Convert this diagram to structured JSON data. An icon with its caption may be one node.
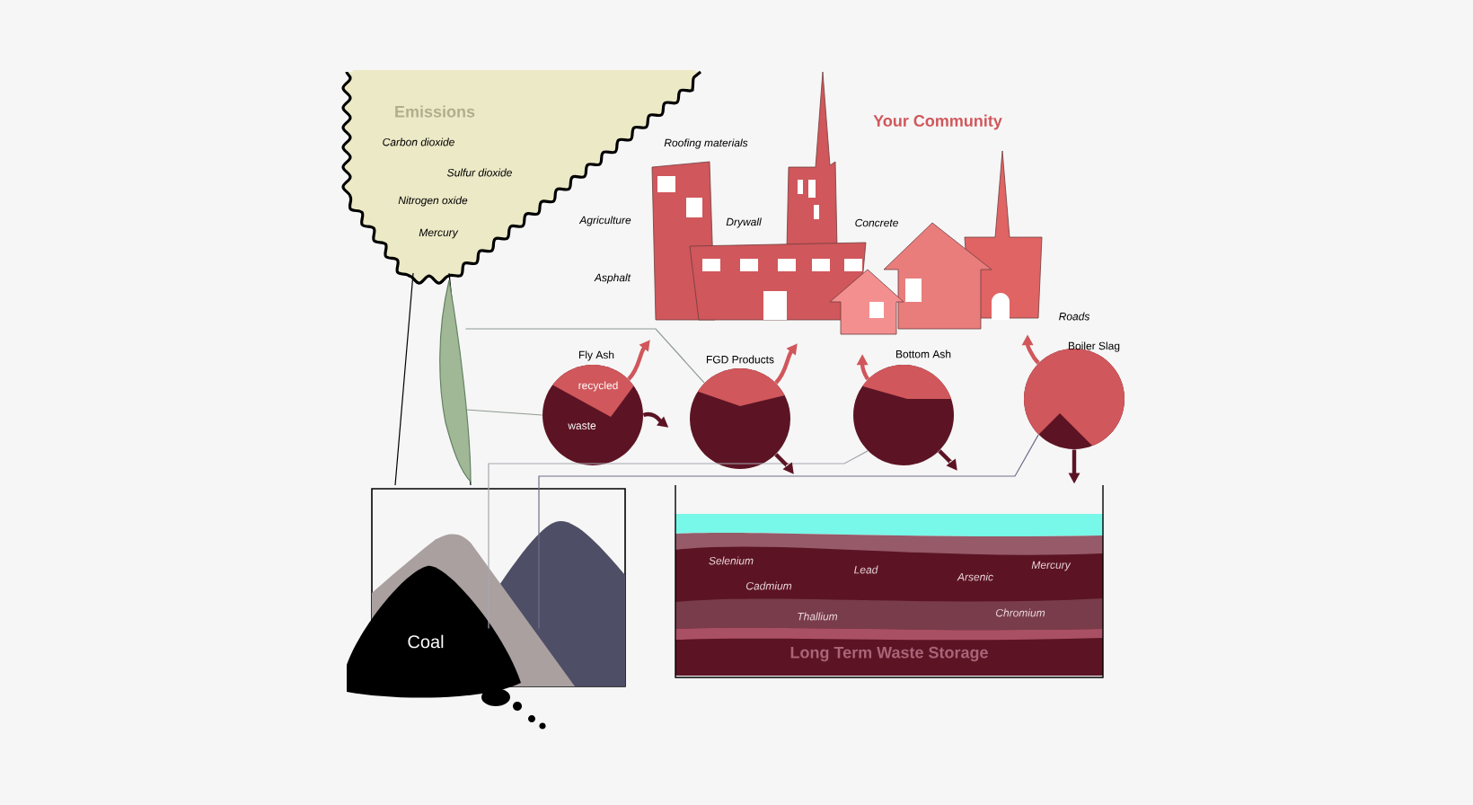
{
  "diagram": {
    "nodes": [
      {
        "text": [
          "Emissions",
          "Carbon dioxide",
          "Sulfur dioxide",
          "Nitrogen oxide",
          "Mercury"
        ]
      },
      {
        "text": [
          "Your Community"
        ]
      },
      {
        "text": [
          "Fly Ash",
          "recycled",
          "waste"
        ]
      },
      {
        "text": [
          "FGD Products"
        ]
      },
      {
        "text": [
          "Bottom Ash"
        ]
      },
      {
        "text": [
          "Boiler Slag"
        ]
      },
      {
        "text": [
          "Long Term Waste Storage"
        ]
      },
      {
        "text": [
          "Coal"
        ]
      },
      {
        "text": [],
        "shape": "picture"
      }
    ],
    "edges": [
      {
        "from": 8,
        "to": 3,
        "arrow": "none",
        "color": "#8e9a90"
      },
      {
        "from": 8,
        "to": 2,
        "arrow": "none",
        "color": "#8e9a90"
      },
      {
        "from": 7,
        "to": 4,
        "arrow": "none",
        "color": "#a8a6b0"
      },
      {
        "from": 7,
        "to": 5,
        "arrow": "none",
        "color": "#6e6e88"
      },
      {
        "from": 2,
        "to": null,
        "arrow": "to",
        "color": "#d0575b"
      },
      {
        "from": 3,
        "to": null,
        "arrow": "to",
        "color": "#d0575b"
      },
      {
        "from": 4,
        "to": null,
        "arrow": "to",
        "color": "#d0575b"
      },
      {
        "from": 5,
        "to": null,
        "arrow": "to",
        "color": "#d0575b"
      },
      {
        "from": 2,
        "to": null,
        "arrow": "to",
        "color": "#5c1424"
      },
      {
        "from": 3,
        "to": null,
        "arrow": "to",
        "color": "#5c1424"
      },
      {
        "from": 4,
        "to": null,
        "arrow": "to",
        "color": "#5c1424"
      },
      {
        "from": 5,
        "to": 6,
        "arrow": "to",
        "color": "#5c1424"
      }
    ],
    "labels": [
      "Roofing materials",
      "Agriculture",
      "Drywall",
      "Concrete",
      "Asphalt",
      "Roads",
      "Selenium",
      "Lead",
      "Mercury",
      "Cadmium",
      "Arsenic",
      "Thallium",
      "Chromium"
    ]
  }
}
